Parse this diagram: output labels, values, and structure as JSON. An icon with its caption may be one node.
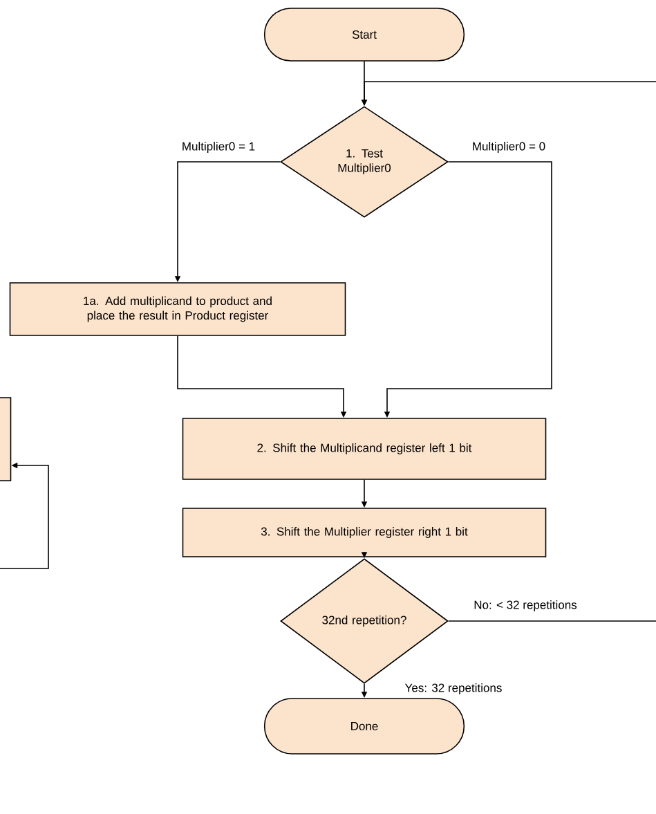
{
  "diagram": {
    "nodes": [
      {
        "text": [
          "Start"
        ]
      },
      {
        "text": [
          "1. Test Multiplier0"
        ]
      },
      {
        "text": [
          "1a. Add multiplicand to product and place the result in Product register"
        ]
      },
      {
        "text": [
          "2. Shift the Multiplicand register left 1 bit"
        ]
      },
      {
        "text": [
          "3. Shift the Multiplier register right 1 bit"
        ]
      },
      {
        "text": [
          "32nd repetition?"
        ]
      },
      {
        "text": [
          "Done"
        ]
      },
      {
        "text": [],
        "shape": "box"
      }
    ],
    "edges": [
      {
        "from": 0,
        "to": 1,
        "arrow": "to"
      },
      {
        "from": 1,
        "to": 2,
        "arrow": "to",
        "label": "Multiplier0 = 1"
      },
      {
        "from": 1,
        "to": 3,
        "arrow": "to",
        "label": "Multiplier0 = 0"
      },
      {
        "from": 2,
        "to": 3,
        "arrow": "to"
      },
      {
        "from": 3,
        "to": 4,
        "arrow": "to"
      },
      {
        "from": 4,
        "to": 5,
        "arrow": "to"
      },
      {
        "from": 5,
        "to": 6,
        "arrow": "to",
        "label": "Yes:  32 repetitions"
      },
      {
        "from": 5,
        "to": 1,
        "arrow": "to",
        "label": "No:  < 32 repetitions"
      },
      {
        "from": null,
        "to": 7,
        "arrow": "to"
      }
    ]
  }
}
